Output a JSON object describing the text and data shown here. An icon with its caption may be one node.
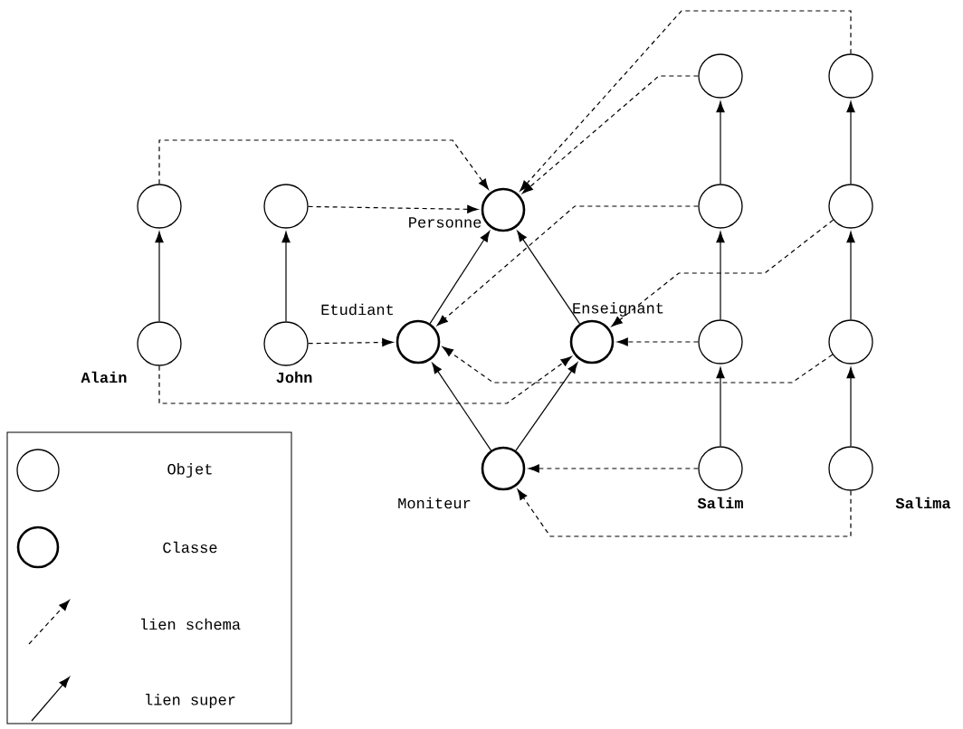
{
  "diagram": {
    "nodes": [
      {
        "text": [],
        "shape": "circle"
      },
      {
        "text": [],
        "shape": "circle"
      },
      {
        "text": [],
        "shape": "circle"
      },
      {
        "text": [],
        "shape": "circle"
      },
      {
        "text": [
          "Personne"
        ]
      },
      {
        "text": [],
        "shape": "circle"
      },
      {
        "text": [],
        "shape": "circle"
      },
      {
        "text": [],
        "shape": "circle",
        "beside": [
          "Alain"
        ]
      },
      {
        "text": [],
        "shape": "circle",
        "beside": [
          "John"
        ]
      },
      {
        "text": [
          "Etudiant"
        ]
      },
      {
        "text": [
          "Enseignant"
        ]
      },
      {
        "text": [],
        "shape": "circle"
      },
      {
        "text": [],
        "shape": "circle"
      },
      {
        "text": [
          "Moniteur"
        ]
      },
      {
        "text": [],
        "shape": "circle",
        "beside": [
          "Salim"
        ]
      },
      {
        "text": [],
        "shape": "circle",
        "beside": [
          "Salima"
        ]
      }
    ],
    "edges": [
      {
        "from": 7,
        "to": 2,
        "arrow": "to"
      },
      {
        "from": 8,
        "to": 3,
        "arrow": "to"
      },
      {
        "from": 9,
        "to": 4,
        "arrow": "to"
      },
      {
        "from": 10,
        "to": 4,
        "arrow": "to"
      },
      {
        "from": 13,
        "to": 9,
        "arrow": "to"
      },
      {
        "from": 13,
        "to": 10,
        "arrow": "to"
      },
      {
        "from": 14,
        "to": 11,
        "arrow": "to"
      },
      {
        "from": 11,
        "to": 5,
        "arrow": "to"
      },
      {
        "from": 5,
        "to": 0,
        "arrow": "to"
      },
      {
        "from": 15,
        "to": 12,
        "arrow": "to"
      },
      {
        "from": 12,
        "to": 6,
        "arrow": "to"
      },
      {
        "from": 6,
        "to": 1,
        "arrow": "to"
      },
      {
        "from": 2,
        "to": 4,
        "arrow": "to",
        "style": "dashed"
      },
      {
        "from": 3,
        "to": 4,
        "arrow": "to",
        "style": "dashed"
      },
      {
        "from": 8,
        "to": 9,
        "arrow": "to",
        "style": "dashed"
      },
      {
        "from": 7,
        "to": 10,
        "arrow": "to",
        "style": "dashed"
      },
      {
        "from": 0,
        "to": 4,
        "arrow": "to",
        "style": "dashed"
      },
      {
        "from": 1,
        "to": 4,
        "arrow": "to",
        "style": "dashed"
      },
      {
        "from": 5,
        "to": 9,
        "arrow": "to",
        "style": "dashed"
      },
      {
        "from": 6,
        "to": 10,
        "arrow": "to",
        "style": "dashed"
      },
      {
        "from": 11,
        "to": 10,
        "arrow": "to",
        "style": "dashed"
      },
      {
        "from": 12,
        "to": 9,
        "arrow": "to",
        "style": "dashed"
      },
      {
        "from": 14,
        "to": 13,
        "arrow": "to",
        "style": "dashed"
      },
      {
        "from": 15,
        "to": 13,
        "arrow": "to",
        "style": "dashed"
      }
    ],
    "legend": [
      {
        "text": "Objet"
      },
      {
        "text": "Classe"
      },
      {
        "text": "lien schema"
      },
      {
        "text": "lien super"
      }
    ]
  }
}
